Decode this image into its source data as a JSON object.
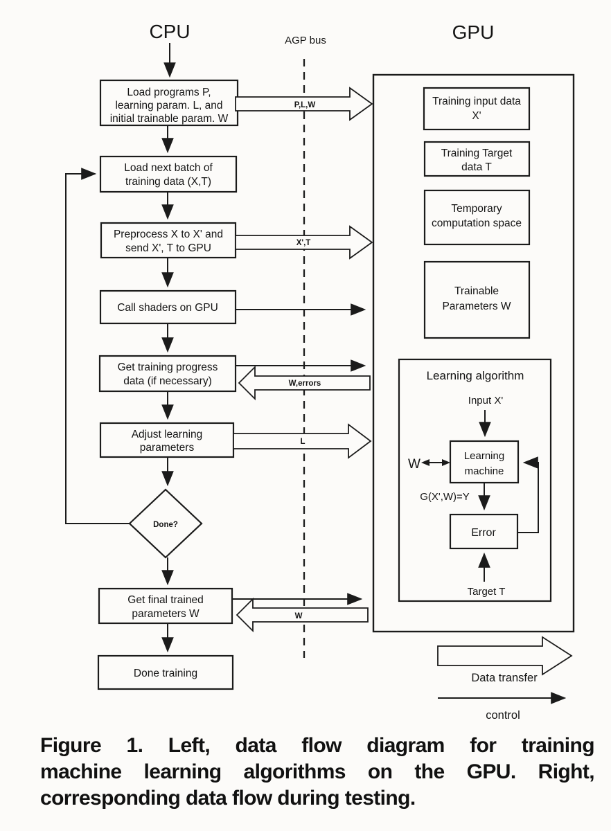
{
  "headers": {
    "cpu": "CPU",
    "agp_bus": "AGP bus",
    "gpu": "GPU"
  },
  "cpu_flow": {
    "load_programs": {
      "lines": [
        "Load programs P,",
        "learning param. L, and",
        "initial trainable param. W"
      ]
    },
    "load_batch": {
      "lines": [
        "Load next batch of",
        "training data (X,T)"
      ]
    },
    "preprocess": {
      "lines": [
        "Preprocess X to X' and",
        "send X', T to GPU"
      ]
    },
    "call_shaders": {
      "lines": [
        "Call shaders on GPU"
      ]
    },
    "get_progress": {
      "lines": [
        "Get training progress",
        "data (if necessary)"
      ]
    },
    "adjust_params": {
      "lines": [
        "Adjust learning",
        "parameters"
      ]
    },
    "decision": "Done?",
    "get_final": {
      "lines": [
        "Get final trained",
        "parameters W"
      ]
    },
    "done": {
      "lines": [
        "Done training"
      ]
    }
  },
  "bus_labels": {
    "plw": "P,L,W",
    "xt": "X',T",
    "werrors": "W,errors",
    "l": "L",
    "w": "W"
  },
  "gpu_blocks": {
    "training_input": {
      "lines": [
        "Training input data",
        "X'"
      ]
    },
    "training_target": {
      "lines": [
        "Training Target",
        "data T"
      ]
    },
    "temp_space": {
      "lines": [
        "Temporary",
        "computation space"
      ]
    },
    "trainable_params": {
      "lines": [
        "Trainable",
        "Parameters W"
      ]
    },
    "learning_algorithm": {
      "title": "Learning algorithm",
      "input": "Input X'",
      "w_out": "W",
      "machine": {
        "lines": [
          "Learning",
          "machine"
        ]
      },
      "function": "G(X',W)=Y",
      "error": "Error",
      "target": "Target T"
    }
  },
  "legend": {
    "data_transfer": "Data transfer",
    "control": "control"
  },
  "caption": {
    "lines": [
      "Figure 1.  Left, data flow diagram for training",
      "machine learning algorithms on the GPU.  Right,",
      "corresponding data flow during testing."
    ]
  }
}
